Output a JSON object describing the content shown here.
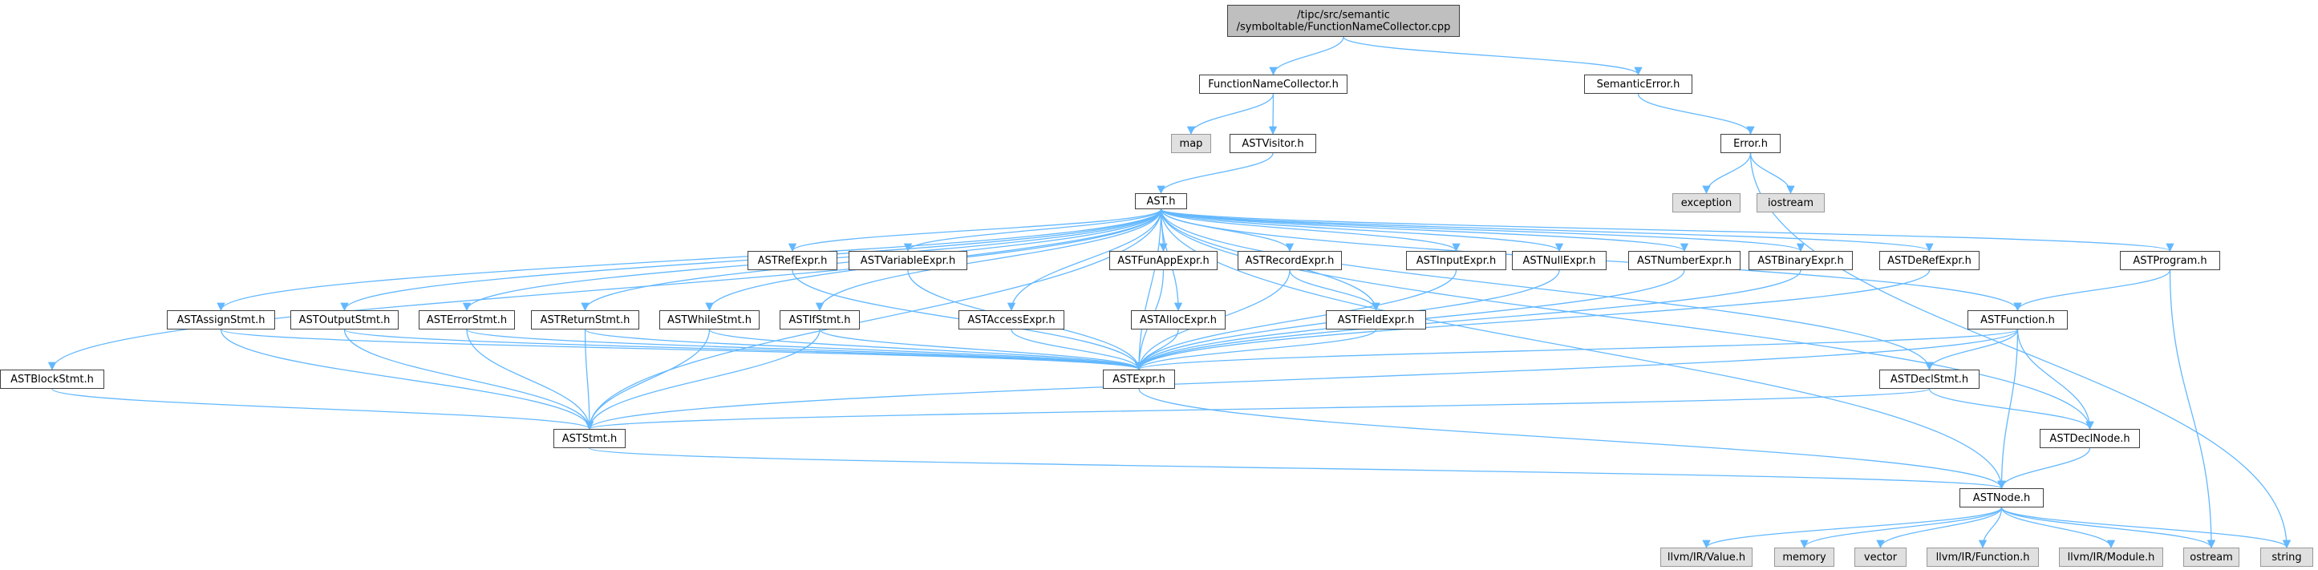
{
  "colors": {
    "edge": "#63b8ff",
    "header_fill": "#bfbfbf",
    "header_stroke": "#404040",
    "node_fill": "#ffffff",
    "node_stroke": "#404040",
    "external_fill": "#e0e0e0",
    "external_stroke": "#999999",
    "text": "#000000"
  },
  "nodes": [
    {
      "id": "root",
      "lines": [
        "/tipc/src/semantic",
        "/symboltable/FunctionNameCollector.cpp"
      ],
      "kind": "header"
    },
    {
      "id": "fnc",
      "lines": [
        "FunctionNameCollector.h"
      ],
      "kind": "local"
    },
    {
      "id": "semerr",
      "lines": [
        "SemanticError.h"
      ],
      "kind": "local"
    },
    {
      "id": "map",
      "lines": [
        "map"
      ],
      "kind": "external"
    },
    {
      "id": "astvisitor",
      "lines": [
        "ASTVisitor.h"
      ],
      "kind": "local"
    },
    {
      "id": "error",
      "lines": [
        "Error.h"
      ],
      "kind": "local"
    },
    {
      "id": "exception",
      "lines": [
        "exception"
      ],
      "kind": "external"
    },
    {
      "id": "iostream",
      "lines": [
        "iostream"
      ],
      "kind": "external"
    },
    {
      "id": "ast",
      "lines": [
        "AST.h"
      ],
      "kind": "local"
    },
    {
      "id": "refexpr",
      "lines": [
        "ASTRefExpr.h"
      ],
      "kind": "local"
    },
    {
      "id": "varexpr",
      "lines": [
        "ASTVariableExpr.h"
      ],
      "kind": "local"
    },
    {
      "id": "funappexpr",
      "lines": [
        "ASTFunAppExpr.h"
      ],
      "kind": "local"
    },
    {
      "id": "recordexpr",
      "lines": [
        "ASTRecordExpr.h"
      ],
      "kind": "local"
    },
    {
      "id": "inputexpr",
      "lines": [
        "ASTInputExpr.h"
      ],
      "kind": "local"
    },
    {
      "id": "nullexpr",
      "lines": [
        "ASTNullExpr.h"
      ],
      "kind": "local"
    },
    {
      "id": "numberexpr",
      "lines": [
        "ASTNumberExpr.h"
      ],
      "kind": "local"
    },
    {
      "id": "binaryexpr",
      "lines": [
        "ASTBinaryExpr.h"
      ],
      "kind": "local"
    },
    {
      "id": "derefexpr",
      "lines": [
        "ASTDeRefExpr.h"
      ],
      "kind": "local"
    },
    {
      "id": "program",
      "lines": [
        "ASTProgram.h"
      ],
      "kind": "local"
    },
    {
      "id": "assignstmt",
      "lines": [
        "ASTAssignStmt.h"
      ],
      "kind": "local"
    },
    {
      "id": "outputstmt",
      "lines": [
        "ASTOutputStmt.h"
      ],
      "kind": "local"
    },
    {
      "id": "errorstmt",
      "lines": [
        "ASTErrorStmt.h"
      ],
      "kind": "local"
    },
    {
      "id": "returnstmt",
      "lines": [
        "ASTReturnStmt.h"
      ],
      "kind": "local"
    },
    {
      "id": "whilestmt",
      "lines": [
        "ASTWhileStmt.h"
      ],
      "kind": "local"
    },
    {
      "id": "ifstmt",
      "lines": [
        "ASTIfStmt.h"
      ],
      "kind": "local"
    },
    {
      "id": "accessexpr",
      "lines": [
        "ASTAccessExpr.h"
      ],
      "kind": "local"
    },
    {
      "id": "allocexpr",
      "lines": [
        "ASTAllocExpr.h"
      ],
      "kind": "local"
    },
    {
      "id": "fieldexpr",
      "lines": [
        "ASTFieldExpr.h"
      ],
      "kind": "local"
    },
    {
      "id": "function",
      "lines": [
        "ASTFunction.h"
      ],
      "kind": "local"
    },
    {
      "id": "blockstmt",
      "lines": [
        "ASTBlockStmt.h"
      ],
      "kind": "local"
    },
    {
      "id": "expr",
      "lines": [
        "ASTExpr.h"
      ],
      "kind": "local"
    },
    {
      "id": "declstmt",
      "lines": [
        "ASTDeclStmt.h"
      ],
      "kind": "local"
    },
    {
      "id": "stmt",
      "lines": [
        "ASTStmt.h"
      ],
      "kind": "local"
    },
    {
      "id": "declnode",
      "lines": [
        "ASTDeclNode.h"
      ],
      "kind": "local"
    },
    {
      "id": "node",
      "lines": [
        "ASTNode.h"
      ],
      "kind": "local"
    },
    {
      "id": "llvmvalue",
      "lines": [
        "llvm/IR/Value.h"
      ],
      "kind": "external"
    },
    {
      "id": "memory",
      "lines": [
        "memory"
      ],
      "kind": "external"
    },
    {
      "id": "vector",
      "lines": [
        "vector"
      ],
      "kind": "external"
    },
    {
      "id": "llvmfunction",
      "lines": [
        "llvm/IR/Function.h"
      ],
      "kind": "external"
    },
    {
      "id": "llvmmodule",
      "lines": [
        "llvm/IR/Module.h"
      ],
      "kind": "external"
    },
    {
      "id": "ostream",
      "lines": [
        "ostream"
      ],
      "kind": "external"
    },
    {
      "id": "string",
      "lines": [
        "string"
      ],
      "kind": "external"
    }
  ],
  "edges": [
    [
      "root",
      "fnc"
    ],
    [
      "root",
      "semerr"
    ],
    [
      "fnc",
      "map"
    ],
    [
      "fnc",
      "astvisitor"
    ],
    [
      "astvisitor",
      "ast"
    ],
    [
      "semerr",
      "error"
    ],
    [
      "error",
      "exception"
    ],
    [
      "error",
      "iostream"
    ],
    [
      "error",
      "string"
    ],
    [
      "ast",
      "blockstmt"
    ],
    [
      "ast",
      "assignstmt"
    ],
    [
      "ast",
      "outputstmt"
    ],
    [
      "ast",
      "errorstmt"
    ],
    [
      "ast",
      "returnstmt"
    ],
    [
      "ast",
      "whilestmt"
    ],
    [
      "ast",
      "ifstmt"
    ],
    [
      "ast",
      "refexpr"
    ],
    [
      "ast",
      "varexpr"
    ],
    [
      "ast",
      "accessexpr"
    ],
    [
      "ast",
      "allocexpr"
    ],
    [
      "ast",
      "funappexpr"
    ],
    [
      "ast",
      "recordexpr"
    ],
    [
      "ast",
      "fieldexpr"
    ],
    [
      "ast",
      "inputexpr"
    ],
    [
      "ast",
      "nullexpr"
    ],
    [
      "ast",
      "numberexpr"
    ],
    [
      "ast",
      "binaryexpr"
    ],
    [
      "ast",
      "derefexpr"
    ],
    [
      "ast",
      "program"
    ],
    [
      "ast",
      "function"
    ],
    [
      "ast",
      "declstmt"
    ],
    [
      "ast",
      "declnode"
    ],
    [
      "ast",
      "node"
    ],
    [
      "ast",
      "expr"
    ],
    [
      "ast",
      "stmt"
    ],
    [
      "program",
      "function"
    ],
    [
      "program",
      "ostream"
    ],
    [
      "function",
      "declstmt"
    ],
    [
      "function",
      "declnode"
    ],
    [
      "function",
      "node"
    ],
    [
      "function",
      "expr"
    ],
    [
      "function",
      "stmt"
    ],
    [
      "declstmt",
      "declnode"
    ],
    [
      "declstmt",
      "stmt"
    ],
    [
      "declnode",
      "node"
    ],
    [
      "blockstmt",
      "stmt"
    ],
    [
      "assignstmt",
      "expr"
    ],
    [
      "assignstmt",
      "stmt"
    ],
    [
      "outputstmt",
      "expr"
    ],
    [
      "outputstmt",
      "stmt"
    ],
    [
      "errorstmt",
      "expr"
    ],
    [
      "errorstmt",
      "stmt"
    ],
    [
      "returnstmt",
      "expr"
    ],
    [
      "returnstmt",
      "stmt"
    ],
    [
      "whilestmt",
      "expr"
    ],
    [
      "whilestmt",
      "stmt"
    ],
    [
      "ifstmt",
      "expr"
    ],
    [
      "ifstmt",
      "stmt"
    ],
    [
      "refexpr",
      "expr"
    ],
    [
      "varexpr",
      "expr"
    ],
    [
      "accessexpr",
      "expr"
    ],
    [
      "allocexpr",
      "expr"
    ],
    [
      "funappexpr",
      "expr"
    ],
    [
      "recordexpr",
      "expr"
    ],
    [
      "recordexpr",
      "fieldexpr"
    ],
    [
      "fieldexpr",
      "expr"
    ],
    [
      "inputexpr",
      "expr"
    ],
    [
      "nullexpr",
      "expr"
    ],
    [
      "numberexpr",
      "expr"
    ],
    [
      "binaryexpr",
      "expr"
    ],
    [
      "derefexpr",
      "expr"
    ],
    [
      "expr",
      "node"
    ],
    [
      "stmt",
      "node"
    ],
    [
      "node",
      "llvmvalue"
    ],
    [
      "node",
      "memory"
    ],
    [
      "node",
      "vector"
    ],
    [
      "node",
      "llvmfunction"
    ],
    [
      "node",
      "llvmmodule"
    ],
    [
      "node",
      "ostream"
    ],
    [
      "node",
      "string"
    ]
  ]
}
